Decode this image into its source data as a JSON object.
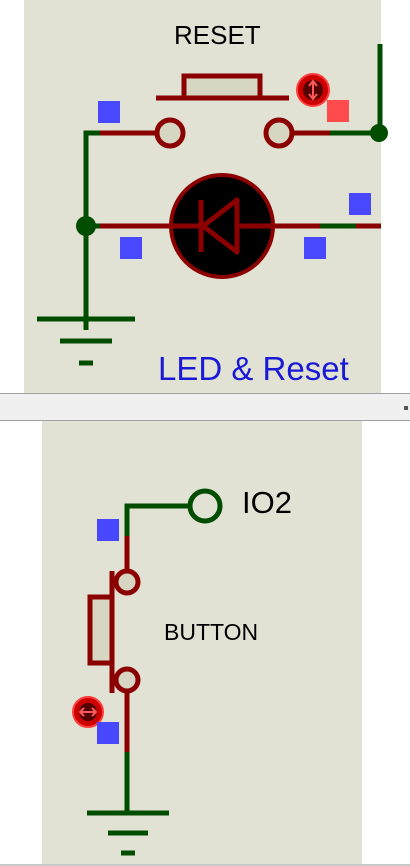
{
  "colors": {
    "sheet": "#e2e2d4",
    "wire_ground": "#004d00",
    "wire_signal": "#8b0000",
    "component_fill": "#d6d6c2",
    "pin_marker": "#4848ff",
    "probe_marker": "#ff4b4b",
    "title_text": "#1a1ad6",
    "label_text": "#000000"
  },
  "icons": {
    "led": "led-diode-icon",
    "reset_button": "push-button-icon",
    "io_button": "push-button-icon",
    "ground": "ground-icon",
    "terminal": "terminal-icon",
    "toggle_vertical": "up-down-arrow-icon",
    "toggle_horizontal": "left-right-arrow-icon"
  },
  "top": {
    "reset_label": "RESET",
    "section_title": "LED & Reset"
  },
  "bottom": {
    "terminal_label": "IO2",
    "button_label": "BUTTON"
  }
}
